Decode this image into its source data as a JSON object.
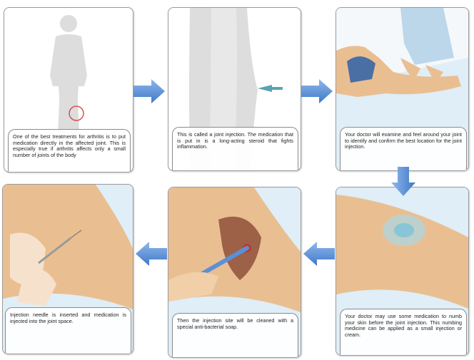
{
  "steps": [
    {
      "caption": "One of the best treatments for arthritis is to put medication directly in the affected joint. This is especially true if arthritis affects only a small number of joints of the body"
    },
    {
      "caption": "This is called a joint injection. The medication that is put in is a long-acting steroid that fights inflammation."
    },
    {
      "caption": "Your doctor will examine and feel around your joint to identify and confirm the best location for the joint injection."
    },
    {
      "caption": "Your doctor may use some medication to numb your skin before the joint injection. This numbing medicine can be applied as a small injection or cream."
    },
    {
      "caption": "Then the injection site will be cleaned with a special anti-bacterial soap."
    },
    {
      "caption": "Injection needle is inserted and medication is injected into the joint space."
    }
  ],
  "colors": {
    "arrow": "#5b8fd8",
    "skin": "#e9bf92",
    "sheet": "#dfeef7",
    "highlight": "#d9534f",
    "pointer": "#5aa3b3"
  }
}
